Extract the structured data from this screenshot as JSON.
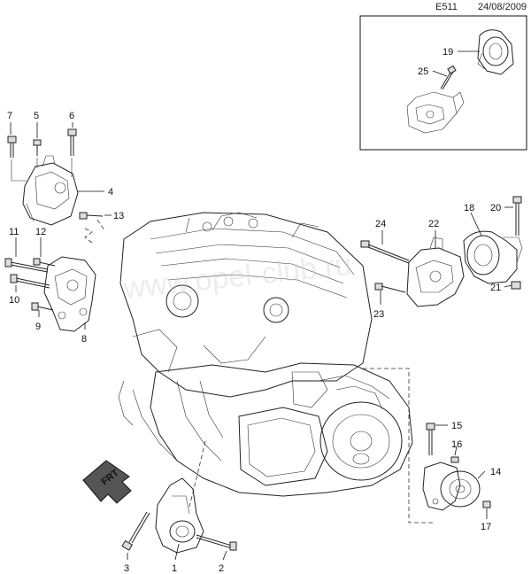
{
  "header": {
    "code": "E511",
    "date": "24/08/2009"
  },
  "watermark": "www.opel-club.ru",
  "front_marker": "FRT",
  "callouts": [
    "1",
    "2",
    "3",
    "4",
    "5",
    "6",
    "7",
    "8",
    "9",
    "10",
    "11",
    "12",
    "13",
    "14",
    "15",
    "16",
    "17",
    "18",
    "19",
    "20",
    "21",
    "22",
    "23",
    "24",
    "25"
  ]
}
